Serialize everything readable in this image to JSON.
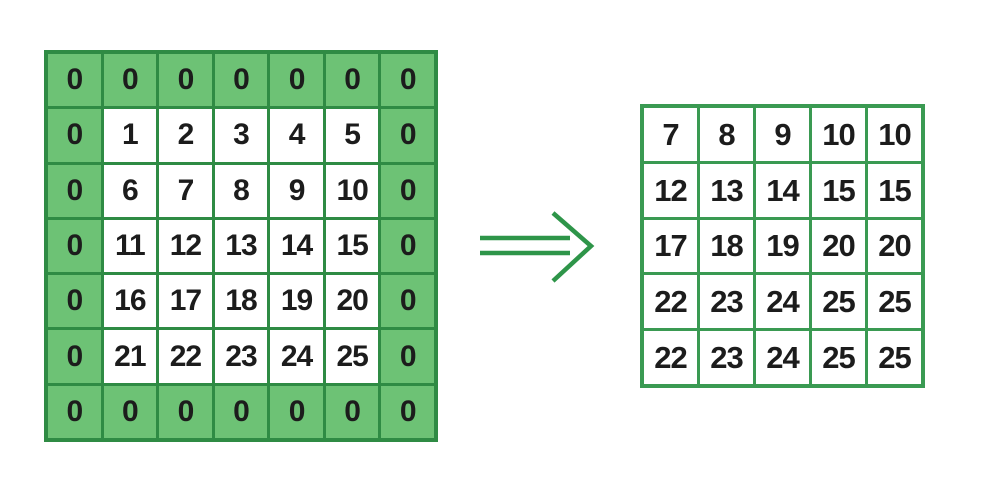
{
  "colors": {
    "cell_green": "#6dc275",
    "grid_line_green": "#2f8b44",
    "right_grid_line_green": "#3a9a52",
    "arrow_green": "#2e9549",
    "text_dark": "#1c1c1c",
    "cell_white": "#ffffff"
  },
  "left_grid": {
    "description": "zero-padded 5x5 matrix (7x7 with padding ring of zeros)",
    "padding_ring": true,
    "rows": [
      [
        "0",
        "0",
        "0",
        "0",
        "0",
        "0",
        "0"
      ],
      [
        "0",
        "1",
        "2",
        "3",
        "4",
        "5",
        "0"
      ],
      [
        "0",
        "6",
        "7",
        "8",
        "9",
        "10",
        "0"
      ],
      [
        "0",
        "11",
        "12",
        "13",
        "14",
        "15",
        "0"
      ],
      [
        "0",
        "16",
        "17",
        "18",
        "19",
        "20",
        "0"
      ],
      [
        "0",
        "21",
        "22",
        "23",
        "24",
        "25",
        "0"
      ],
      [
        "0",
        "0",
        "0",
        "0",
        "0",
        "0",
        "0"
      ]
    ]
  },
  "arrow": {
    "icon": "double-arrow-right"
  },
  "right_grid": {
    "description": "5x5 output matrix",
    "padding_ring": false,
    "rows": [
      [
        "7",
        "8",
        "9",
        "10",
        "10"
      ],
      [
        "12",
        "13",
        "14",
        "15",
        "15"
      ],
      [
        "17",
        "18",
        "19",
        "20",
        "20"
      ],
      [
        "22",
        "23",
        "24",
        "25",
        "25"
      ],
      [
        "22",
        "23",
        "24",
        "25",
        "25"
      ]
    ]
  }
}
